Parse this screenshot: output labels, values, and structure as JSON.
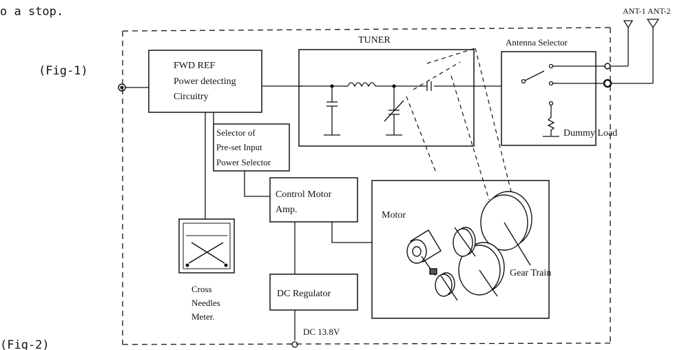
{
  "top_text": "o a stop.",
  "fig1_label": "(Fig-1)",
  "fig2_label": "(Fig-2)",
  "blocks": {
    "fwd_ref": [
      "FWD REF",
      "Power detecting",
      "Circuitry"
    ],
    "tuner": "TUNER",
    "antenna_selector": "Antenna Selector",
    "selector": [
      "Selector of",
      "Pre-set Input",
      "Power Selector"
    ],
    "control_motor": [
      "Control Motor",
      "Amp."
    ],
    "dc_regulator": "DC Regulator",
    "meter": [
      "Cross",
      "Needles",
      "Meter."
    ]
  },
  "labels": {
    "ant1": "ANT-1",
    "ant2": "ANT-2",
    "dummy_load": "Dummy Load",
    "motor": "Motor",
    "gear_train": "Gear Train",
    "dc_input": "DC 13.8V"
  },
  "colors": {
    "ink": "#111111",
    "paper": "#ffffff"
  }
}
